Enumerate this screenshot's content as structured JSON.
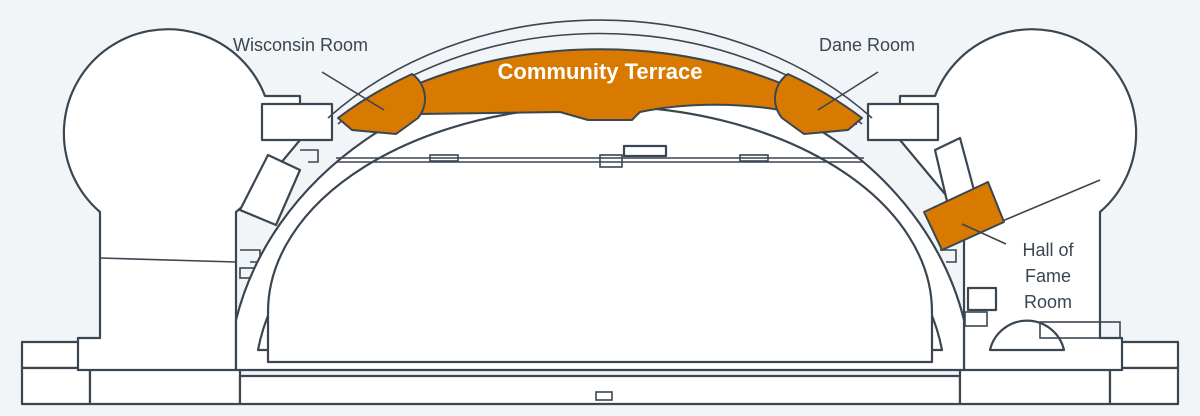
{
  "colors": {
    "background": "#f2f5f7",
    "outline": "#3a4652",
    "wall_fill": "#ffffff",
    "highlight": "#d97a00",
    "label_text": "#3a4652",
    "highlight_text": "#ffffff"
  },
  "labels": {
    "wisconsin_room": "Wisconsin Room",
    "dane_room": "Dane Room",
    "community_terrace": "Community Terrace",
    "hall_of_fame_line1": "Hall of",
    "hall_of_fame_line2": "Fame",
    "hall_of_fame_line3": "Room"
  }
}
